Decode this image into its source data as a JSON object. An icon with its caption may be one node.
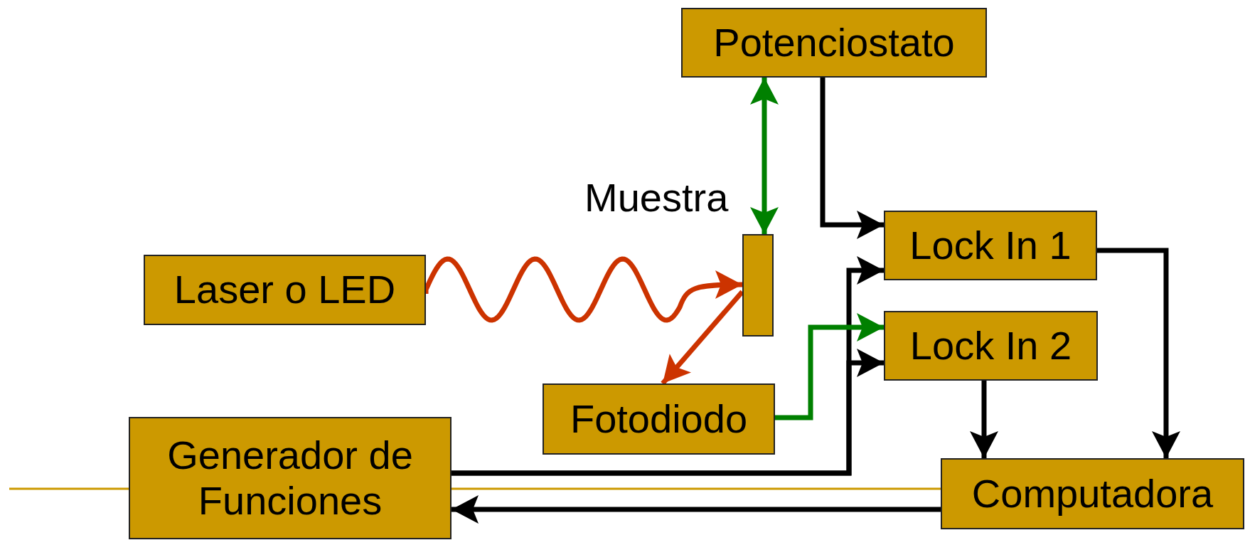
{
  "diagram": {
    "nodes": [
      {
        "text": [
          "Potenciostato"
        ]
      },
      {
        "text": [],
        "shape": "bar",
        "beside": [
          "Muestra"
        ]
      },
      {
        "text": [
          "Laser o LED"
        ]
      },
      {
        "text": [
          "Lock In 1"
        ]
      },
      {
        "text": [
          "Lock In 2"
        ]
      },
      {
        "text": [
          "Fotodiodo"
        ]
      },
      {
        "text": [
          "Generador de Funciones"
        ]
      },
      {
        "text": [
          "Computadora"
        ]
      }
    ],
    "edges": [
      {
        "from": 0,
        "to": 1,
        "arrow": "both",
        "color": "#008000"
      },
      {
        "from": 2,
        "to": 1,
        "arrow": "to",
        "color": "#cc3300"
      },
      {
        "from": 1,
        "to": 5,
        "arrow": "to",
        "color": "#cc3300"
      },
      {
        "from": 0,
        "to": 3,
        "arrow": "to"
      },
      {
        "from": 6,
        "to": 3,
        "arrow": "to"
      },
      {
        "from": 6,
        "to": 4,
        "arrow": "to"
      },
      {
        "from": 5,
        "to": 4,
        "arrow": "to",
        "color": "#008000"
      },
      {
        "from": 3,
        "to": 7,
        "arrow": "to"
      },
      {
        "from": 4,
        "to": 7,
        "arrow": "to"
      },
      {
        "from": 7,
        "to": 6,
        "arrow": "to"
      }
    ]
  }
}
